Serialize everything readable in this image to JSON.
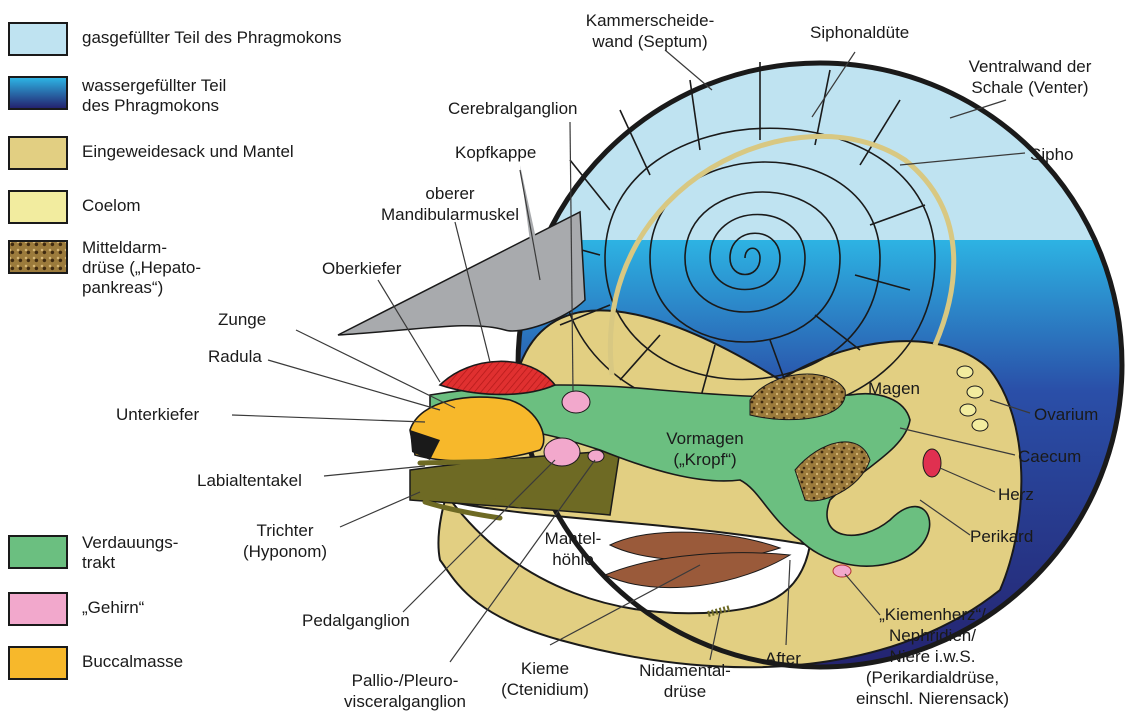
{
  "legend": [
    {
      "label": "gasgefüllter Teil des Phragmokons",
      "color": "#bfe3f1",
      "pattern": "solid"
    },
    {
      "label": "wassergefüllter Teil\ndes Phragmokons",
      "color": "#27288c",
      "pattern": "gradient"
    },
    {
      "label": "Eingeweidesack und Mantel",
      "color": "#e2cf82",
      "pattern": "solid"
    },
    {
      "label": "Coelom",
      "color": "#f2ec9f",
      "pattern": "solid"
    },
    {
      "label": "Mitteldarm-\ndrüse („Hepato-\npankreas“)",
      "color": "#9c7b3c",
      "pattern": "speckle"
    },
    {
      "label": "Verdauungs-\ntrakt",
      "color": "#6bbf80",
      "pattern": "solid"
    },
    {
      "label": "„Gehirn“",
      "color": "#f2a8cc",
      "pattern": "solid"
    },
    {
      "label": "Buccalmasse",
      "color": "#f7b82b",
      "pattern": "solid"
    }
  ],
  "labels": {
    "kammerscheidewand": "Kammerscheide-\nwand (Septum)",
    "siphonalduete": "Siphonaldüte",
    "ventralwand": "Ventralwand der\nSchale (Venter)",
    "sipho": "Sipho",
    "cerebralganglion": "Cerebralganglion",
    "kopfkappe": "Kopfkappe",
    "mandibularmuskel": "oberer\nMandibularmuskel",
    "oberkiefer": "Oberkiefer",
    "zunge": "Zunge",
    "radula": "Radula",
    "unterkiefer": "Unterkiefer",
    "labialtentakel": "Labialtentakel",
    "trichter": "Trichter\n(Hyponom)",
    "pedalganglion": "Pedalganglion",
    "palliovisceral": "Pallio-/Pleuro-\nvisceralganglion",
    "kieme": "Kieme\n(Ctenidium)",
    "mantelhoehle": "Mantel-\nhöhle",
    "nidamental": "Nidamental-\ndrüse",
    "after": "After",
    "kiemenherz": "„Kiemenherz“/\nNephridien/\nNiere i.w.S.\n(Perikardialdrüse,\neinschl. Nierensack)",
    "vormagen": "Vormagen\n(„Kropf“)",
    "magen": "Magen",
    "ovarium": "Ovarium",
    "caecum": "Caecum",
    "herz": "Herz",
    "perikard": "Perikard"
  },
  "colors": {
    "gas": "#bfe3f1",
    "water_top": "#2db3e3",
    "water_bottom": "#24236f",
    "visceral": "#e2cf82",
    "coelom": "#f2ec9f",
    "digestive": "#6bbf80",
    "brain": "#f2a8cc",
    "buccal": "#f7b82b",
    "hood": "#a8aaad",
    "muscle": "#e03030",
    "gill": "#9a5a3a",
    "funnel": "#6e6a24",
    "outline": "#1a1a1a"
  }
}
